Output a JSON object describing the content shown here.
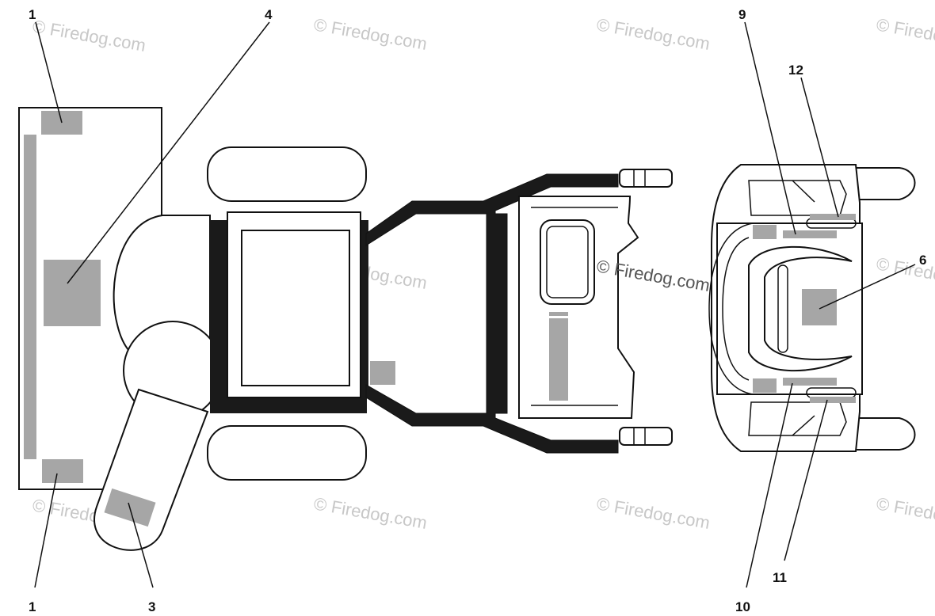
{
  "watermark": {
    "text": "© Firedog.com"
  },
  "callouts": [
    {
      "id": "1",
      "label": "1"
    },
    {
      "id": "4",
      "label": "4"
    },
    {
      "id": "9",
      "label": "9"
    },
    {
      "id": "12",
      "label": "12"
    },
    {
      "id": "6",
      "label": "6"
    },
    {
      "id": "1b",
      "label": "1"
    },
    {
      "id": "3",
      "label": "3"
    },
    {
      "id": "10",
      "label": "10"
    },
    {
      "id": "11",
      "label": "11"
    }
  ],
  "colors": {
    "line": "#111111",
    "decal": "#a6a6a6",
    "watermark": "#c8c8c8"
  }
}
